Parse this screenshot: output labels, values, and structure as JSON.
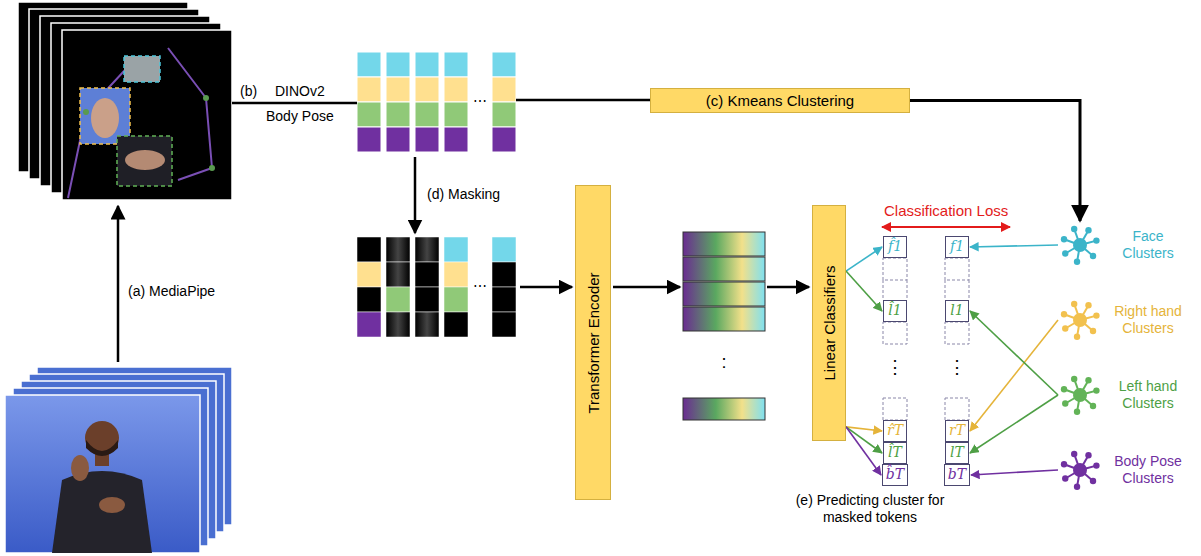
{
  "diagram": {
    "nodes": [
      {
        "text": [
          "(c) Kmeans Clustering"
        ]
      },
      {
        "text": [
          "Transformer Encoder"
        ]
      },
      {
        "text": [
          "Linear Classifiers"
        ]
      },
      {
        "text": [
          "f̂1"
        ]
      },
      {
        "text": [
          "l̂1"
        ]
      },
      {
        "text": [
          "r̂T"
        ]
      },
      {
        "text": [
          "l̂T"
        ]
      },
      {
        "text": [
          "b̂T"
        ]
      },
      {
        "text": [
          "f1"
        ]
      },
      {
        "text": [
          "l1"
        ]
      },
      {
        "text": [
          "rT"
        ]
      },
      {
        "text": [
          "lT"
        ]
      },
      {
        "text": [
          "bT"
        ]
      },
      {
        "text": [
          "Face Clusters"
        ]
      },
      {
        "text": [
          "Right hand Clusters"
        ]
      },
      {
        "text": [
          "Left hand Clusters"
        ]
      },
      {
        "text": [
          "Body Pose Clusters"
        ]
      }
    ],
    "edges": [
      {
        "from": 0,
        "to": 13,
        "arrow": "to"
      },
      {
        "from": 2,
        "to": 3,
        "arrow": "to"
      },
      {
        "from": 2,
        "to": 4,
        "arrow": "to"
      },
      {
        "from": 2,
        "to": 5,
        "arrow": "to"
      },
      {
        "from": 2,
        "to": 6,
        "arrow": "to"
      },
      {
        "from": 2,
        "to": 7,
        "arrow": "to"
      },
      {
        "from": 13,
        "to": 8,
        "arrow": "to"
      },
      {
        "from": 14,
        "to": 10,
        "arrow": "to"
      },
      {
        "from": 15,
        "to": 9,
        "arrow": "to"
      },
      {
        "from": 15,
        "to": 11,
        "arrow": "to"
      },
      {
        "from": 16,
        "to": 12,
        "arrow": "to"
      }
    ],
    "labels": [
      "(a) MediaPipe",
      "(b)",
      "DINOv2",
      "Body Pose",
      "(d) Masking",
      "Classification Loss",
      "⋯",
      "⋯",
      ":",
      "⋮",
      "⋮",
      "(e) Predicting cluster for masked tokens"
    ]
  }
}
